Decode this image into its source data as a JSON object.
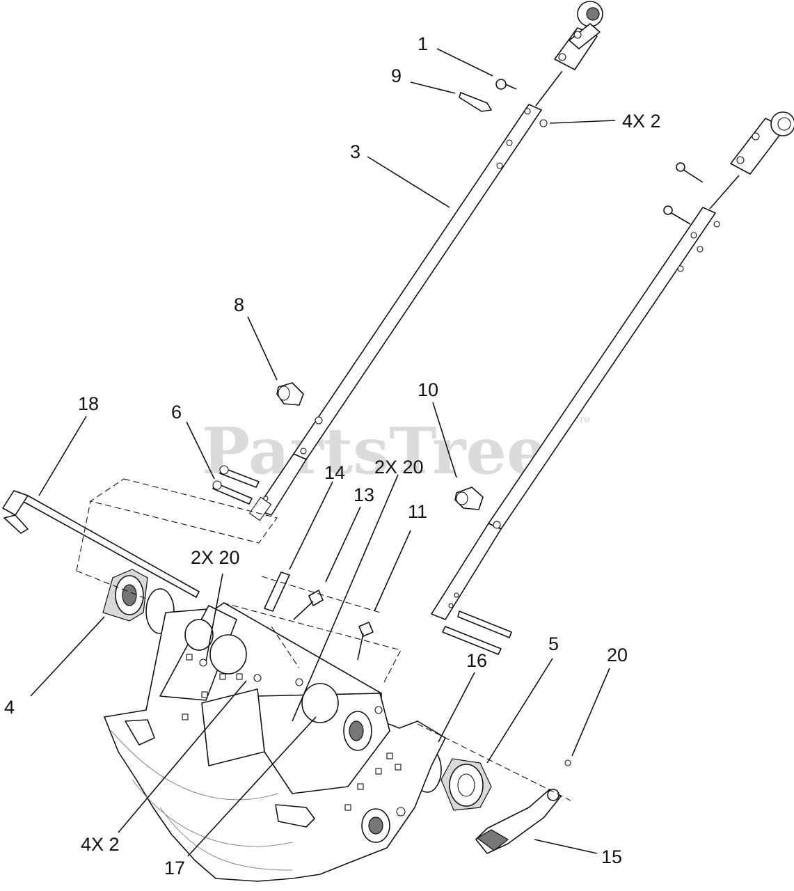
{
  "watermark": {
    "text": "PartsTree",
    "trademark": "TM"
  },
  "callouts": [
    {
      "id": "c1",
      "label": "1"
    },
    {
      "id": "c9",
      "label": "9"
    },
    {
      "id": "c4x2a",
      "label": "4X 2"
    },
    {
      "id": "c3",
      "label": "3"
    },
    {
      "id": "c8",
      "label": "8"
    },
    {
      "id": "c18",
      "label": "18"
    },
    {
      "id": "c6",
      "label": "6"
    },
    {
      "id": "c10",
      "label": "10"
    },
    {
      "id": "c2x20a",
      "label": "2X 20"
    },
    {
      "id": "c14",
      "label": "14"
    },
    {
      "id": "c13",
      "label": "13"
    },
    {
      "id": "c11",
      "label": "11"
    },
    {
      "id": "c2x20b",
      "label": "2X 20"
    },
    {
      "id": "c4",
      "label": "4"
    },
    {
      "id": "c16",
      "label": "16"
    },
    {
      "id": "c5",
      "label": "5"
    },
    {
      "id": "c20",
      "label": "20"
    },
    {
      "id": "c4x2b",
      "label": "4X 2"
    },
    {
      "id": "c17",
      "label": "17"
    },
    {
      "id": "c15",
      "label": "15"
    }
  ]
}
